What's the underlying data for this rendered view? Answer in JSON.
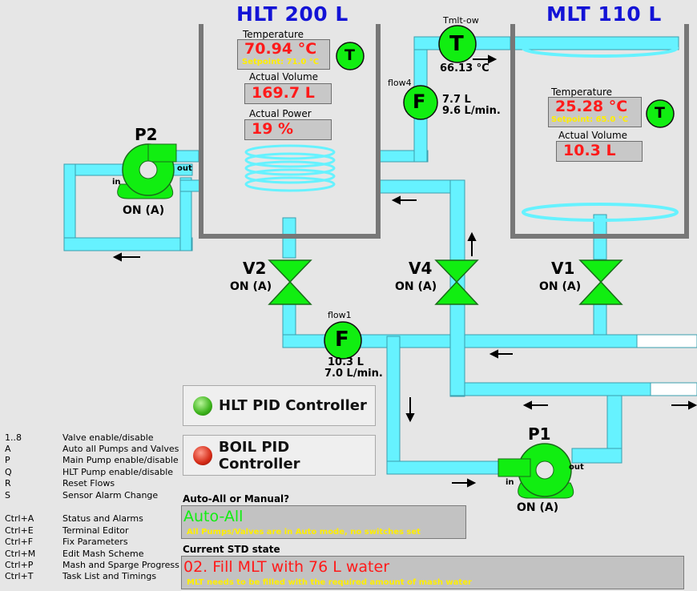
{
  "hlt": {
    "title": "HLT 200 L",
    "temp_label": "Temperature",
    "temp_value": "70.94 °C",
    "setpoint": "Setpoint: 71.0 °C",
    "volume_label": "Actual Volume",
    "volume_value": "169.7 L",
    "power_label": "Actual Power",
    "power_value": "19 %"
  },
  "mlt": {
    "title": "MLT 110 L",
    "temp_label": "Temperature",
    "temp_value": "25.28 °C",
    "setpoint": "Setpoint: 65.0 °C",
    "volume_label": "Actual Volume",
    "volume_value": "10.3 L"
  },
  "sensors": {
    "t_symbol": "T",
    "f_symbol": "F",
    "tmlt_label": "Tmlt-ow",
    "tmlt_value": "66.13 °C",
    "flow4_label": "flow4",
    "flow4_volume": "7.7 L",
    "flow4_rate": "9.6 L/min.",
    "flow1_label": "flow1",
    "flow1_volume": "10.3 L",
    "flow1_rate": "7.0 L/min."
  },
  "pumps": {
    "p2_name": "P2",
    "p2_state": "ON (A)",
    "p1_name": "P1",
    "p1_state": "ON (A)",
    "in_label": "in",
    "out_label": "out"
  },
  "valves": {
    "v1_name": "V1",
    "v1_state": "ON (A)",
    "v2_name": "V2",
    "v2_state": "ON (A)",
    "v4_name": "V4",
    "v4_state": "ON (A)"
  },
  "buttons": {
    "hlt_pid": "HLT PID Controller",
    "boil_pid": "BOIL PID Controller"
  },
  "shortcuts": [
    {
      "key": "1..8",
      "desc": "Valve enable/disable"
    },
    {
      "key": "A",
      "desc": "Auto all Pumps and Valves"
    },
    {
      "key": "P",
      "desc": "Main Pump enable/disable"
    },
    {
      "key": "Q",
      "desc": "HLT Pump enable/disable"
    },
    {
      "key": "R",
      "desc": "Reset Flows"
    },
    {
      "key": "S",
      "desc": "Sensor Alarm Change"
    },
    {
      "key": "Ctrl+A",
      "desc": "Status and Alarms"
    },
    {
      "key": "Ctrl+E",
      "desc": "Terminal Editor"
    },
    {
      "key": "Ctrl+F",
      "desc": "Fix Parameters"
    },
    {
      "key": "Ctrl+M",
      "desc": "Edit Mash Scheme"
    },
    {
      "key": "Ctrl+P",
      "desc": "Mash and Sparge Progress"
    },
    {
      "key": "Ctrl+T",
      "desc": "Task List and Timings"
    }
  ],
  "mode": {
    "title": "Auto-All or Manual?",
    "value": "Auto-All",
    "note": "All Pumps/Valves are in Auto mode, no switches set"
  },
  "std": {
    "title": "Current STD state",
    "value": "02. Fill MLT with 76 L water",
    "note": "MLT needs to be filled with the required amount of mash water"
  },
  "colors": {
    "pipe": "#66f2ff",
    "pump": "#11ee11",
    "alert_red": "#ff1a1a",
    "title_blue": "#1313d6"
  }
}
